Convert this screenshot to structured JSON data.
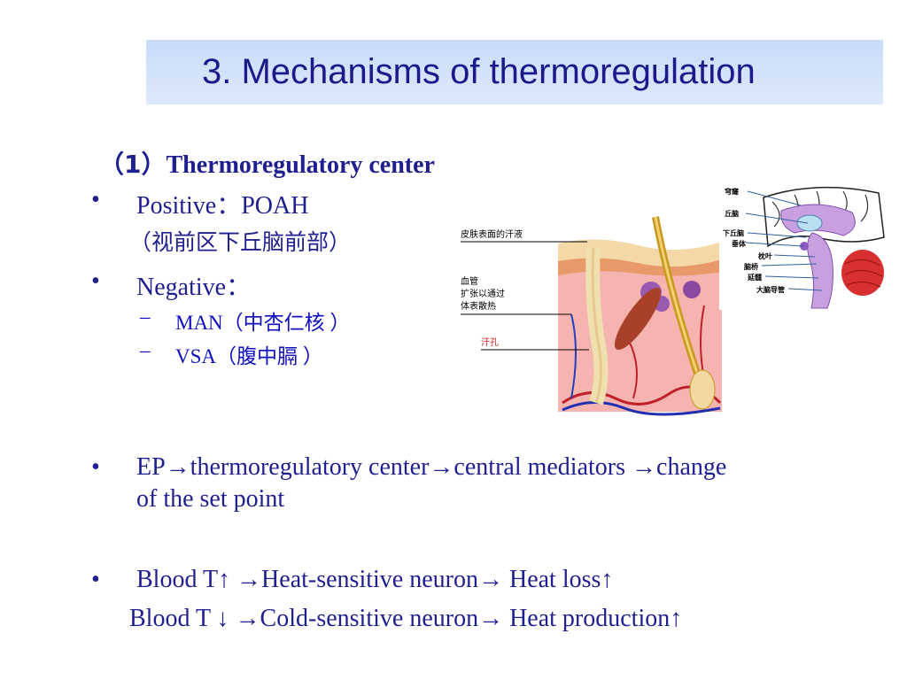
{
  "slide": {
    "title": "3. Mechanisms of thermoregulation",
    "heading_num": "（1）",
    "heading_text": "Thermoregulatory center",
    "bullet_char": "•",
    "dash_char": "–",
    "positive_label": "Positive：POAH",
    "positive_cn": "（视前区下丘脑前部）",
    "negative_label": "Negative：",
    "man_label": "MAN（中杏仁核 ）",
    "vsa_label": "VSA（腹中膈 ）",
    "ep_line1": "EP→thermoregulatory center→central mediators →change",
    "ep_line2": "of the set point",
    "blood_up": "Blood T↑ →Heat-sensitive neuron→ Heat loss↑",
    "blood_down": "Blood T ↓ →Cold-sensitive neuron→ Heat production↑"
  },
  "skin_figure": {
    "label_sweat": "皮肤表面的汗液",
    "label_vessel_1": "血管",
    "label_vessel_2": "扩张以通过",
    "label_vessel_3": "体表散热",
    "label_pore": "汗孔"
  },
  "brain_figure": {
    "label_fornix": "穹窿",
    "label_thalamus": "丘脑",
    "label_hypothalamus": "下丘脑",
    "label_pituitary": "垂体",
    "label_occipital": "枕叶",
    "label_pons": "脑桥",
    "label_medulla": "延髓",
    "label_aqueduct": "大脑导管"
  },
  "colors": {
    "text": "#1f1f8f",
    "title_bg": "#c8dcf8",
    "sub_text": "#1010c0",
    "pore_label": "#d02020"
  }
}
